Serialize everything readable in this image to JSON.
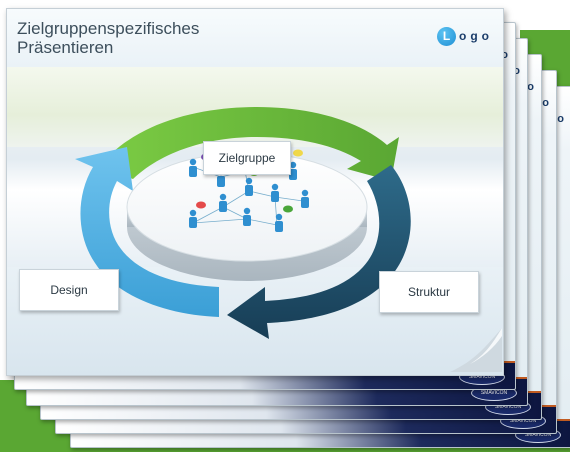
{
  "slide": {
    "title": "Zielgruppenspezifisches\nPräsentieren",
    "logo_mark": "L",
    "logo_rest": "ogo"
  },
  "diagram": {
    "label_top": "Zielgruppe",
    "label_left": "Design",
    "label_right": "Struktur",
    "colors": {
      "green": "#6dbf3a",
      "light_blue": "#5cb7e6",
      "dark_blue": "#1f4e68",
      "person": "#2f8fd0"
    },
    "icons": [
      "person-icon",
      "speech-bubble-icon"
    ]
  },
  "stack": {
    "sheet_logo": "o",
    "badge_text": "SMAVICON",
    "colors": {
      "background_green": "#5aa733",
      "navy": "#1d2a5c",
      "orange": "#e0783a"
    }
  }
}
